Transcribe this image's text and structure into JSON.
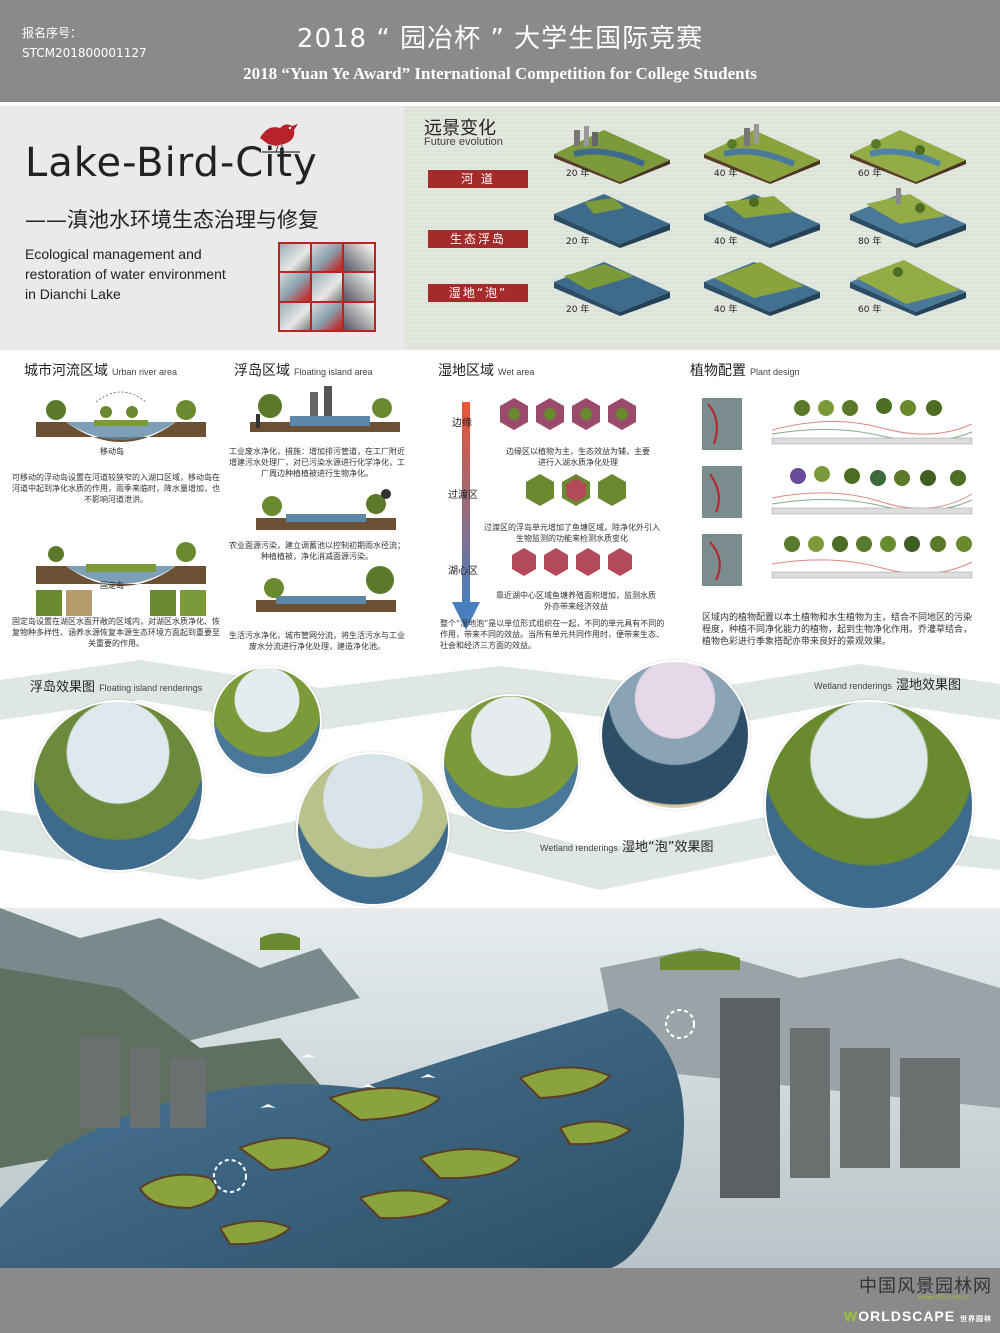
{
  "header": {
    "reg_label": "报名序号：",
    "reg_number": "STCM201800001127",
    "title_cn": "2018 “ 园冶杯 ” 大学生国际竞赛",
    "title_en": "2018 “Yuan Ye Award” International Competition for College Students"
  },
  "title_block": {
    "project_title": "Lake-Bird-City",
    "subtitle_cn": "——滇池水环境生态治理与修复",
    "en_lines": [
      "Ecological management and",
      "restoration of water environment",
      "in Dianchi Lake"
    ]
  },
  "evolution": {
    "title": "远景变化",
    "subtitle": "Future evolution",
    "rows": [
      {
        "label": "河 道",
        "years": [
          "20 年",
          "40 年",
          "60 年"
        ]
      },
      {
        "label": "生态浮岛",
        "years": [
          "20 年",
          "40 年",
          "80 年"
        ]
      },
      {
        "label": "湿地“泡”",
        "years": [
          "20 年",
          "40 年",
          "60 年"
        ]
      }
    ]
  },
  "zones": {
    "urban": {
      "title": "城市河流区域",
      "en": "Urban river area",
      "label_movable": "移动岛",
      "text_movable": "可移动的浮动岛设置在河道较狭窄的入湖口区域，移动岛在河道中起到净化水质的作用，雨季来临时，降水量增加，也不影响河道泄洪。",
      "label_fixed": "固定岛",
      "text_fixed": "固定岛设置在湖区水面开敞的区域内，对湖区水质净化、恢复物种多样性、涵养水源恢复本源生态环境方面起到重要至关重要的作用。"
    },
    "floating": {
      "title": "浮岛区域",
      "en": "Floating island area",
      "text_1": "工业废水净化，措施：增加排污管道，在工厂附近增建污水处理厂，对已污染水源进行化学净化，工厂周边种植植被进行生物净化。",
      "text_2": "农业面源污染，建立调蓄池以控制初期雨水径流；种植植被，净化消减面源污染。",
      "text_3": "生活污水净化，城市管网分流，将生活污水与工业废水分流进行净化处理，建造净化池。"
    },
    "wet": {
      "title": "湿地区域",
      "en": "Wet area",
      "edge": "边缘",
      "transition": "过渡区",
      "core": "湖心区",
      "text_edge": "边缘区以植物为主，生态效益为辅，主要进行入湖水质净化处理",
      "text_transition": "过渡区的浮岛单元增加了鱼塘区域，除净化外引入生物监测的功能来检测水质变化",
      "text_core": "靠近湖中心区域鱼塘养殖面积增加，监测水质外亦带来经济效益",
      "text_summary": "整个“湿地泡”是以单位形式组织在一起，不同的单元具有不同的作用，带来不同的效益。当所有单元共同作用时，便带来生态、社会和经济三方面的效益。"
    },
    "plant": {
      "title": "植物配置",
      "en": "Plant design",
      "text": "区域内的植物配置以本土植物和水生植物为主，结合不同地区的污染程度，种植不同净化能力的植物，起到生物净化作用。乔灌草结合，植物色彩进行季象搭配亦带来良好的景观效果。"
    }
  },
  "renderings": {
    "floating_title": "浮岛效果图",
    "floating_en": "Floating island renderings",
    "wetland_title": "湿地效果图",
    "wetland_en": "Wetland renderings",
    "wetland_bubble_title": "湿地“泡”效果图",
    "wetland_bubble_en": "Wetland renderings"
  },
  "footer": {
    "cn": "中国风景园林网",
    "url": "www.chla.com.cn",
    "en_first": "W",
    "en_rest": "ORLDSCAPE",
    "en_small": "世界园林"
  },
  "colors": {
    "header_gray": "#8a8a8a",
    "label_red": "#a52a2a",
    "water_blue": "#3e6a8c",
    "grass_green": "#8aa33c"
  }
}
